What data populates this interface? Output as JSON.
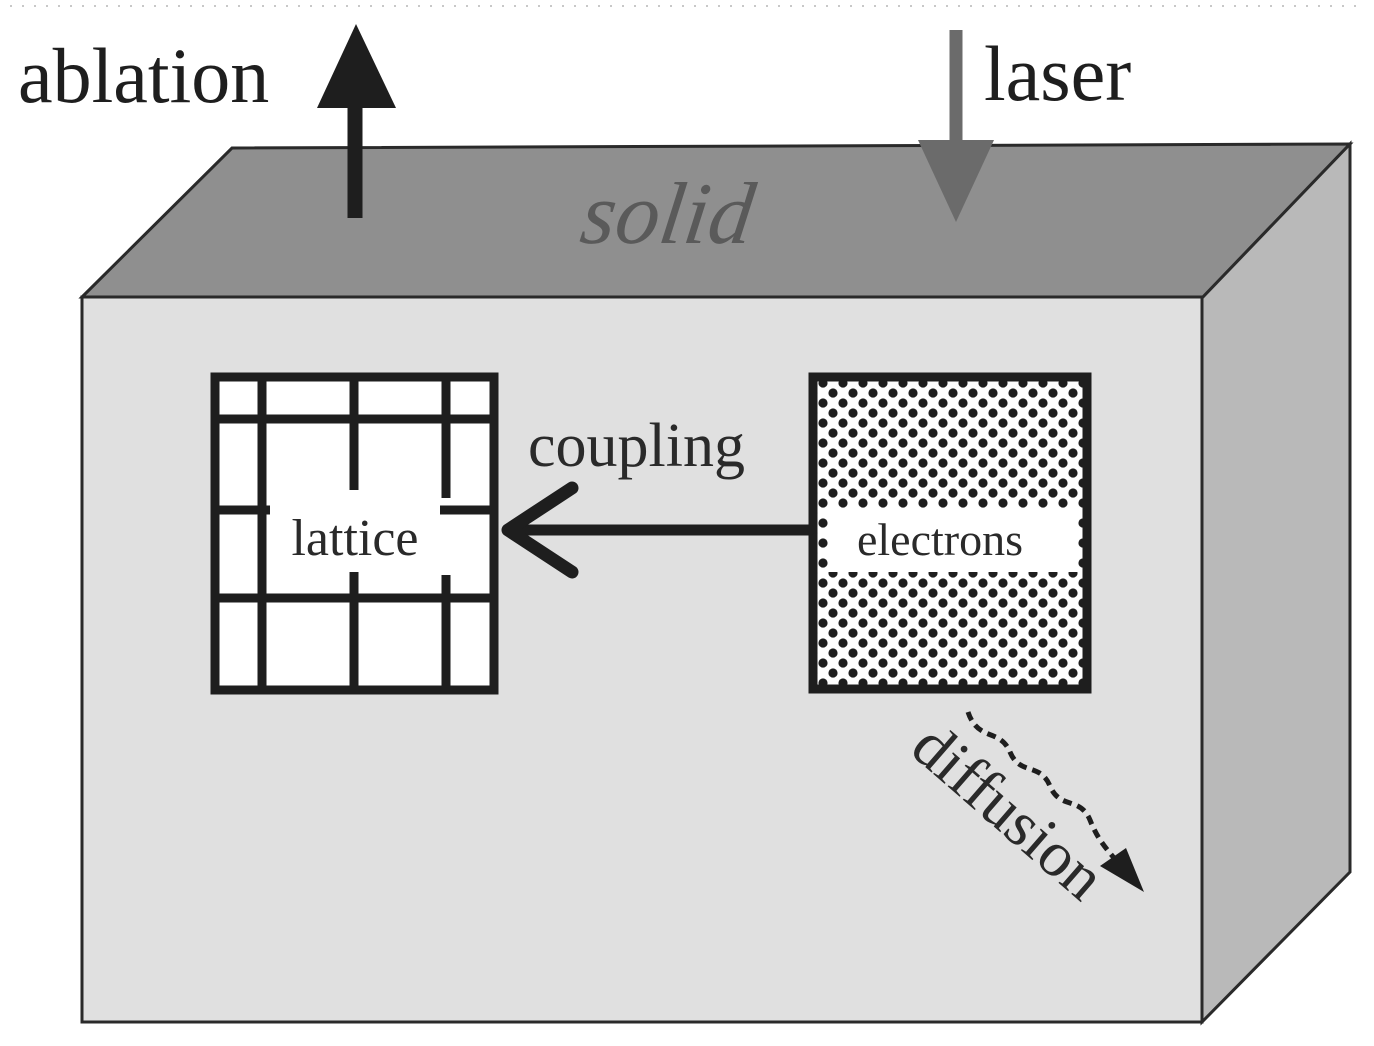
{
  "labels": {
    "ablation": "ablation",
    "laser": "laser",
    "solid": "solid",
    "coupling": "coupling",
    "lattice": "lattice",
    "electrons": "electrons",
    "diffusion": "diffusion"
  },
  "colors": {
    "background": "#ffffff",
    "box_front": "#e0e0e0",
    "box_top": "#8f8f8f",
    "box_side": "#b9b9b9",
    "outline": "#2a2a2a",
    "laser_arrow": "#6b6b6b",
    "dark": "#1e1e1e",
    "panel_fill": "#ffffff",
    "solid_text": "#5a5a5a"
  },
  "icons": {
    "ablation_arrow": "arrow-up-icon",
    "laser_arrow": "arrow-down-icon",
    "coupling_arrow": "arrow-left-icon",
    "diffusion_arrow": "wavy-arrow-icon"
  }
}
